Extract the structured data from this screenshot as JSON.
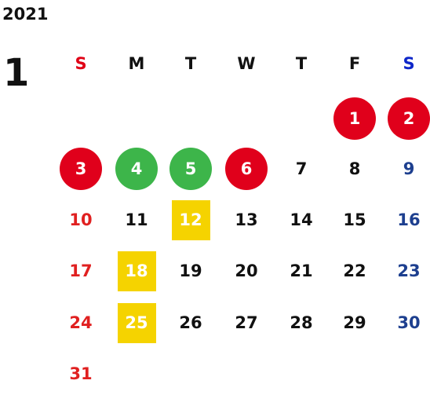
{
  "year": "2021",
  "month": "1",
  "weekdays": [
    {
      "label": "S",
      "color": "#e00016"
    },
    {
      "label": "M",
      "color": "#111111"
    },
    {
      "label": "T",
      "color": "#111111"
    },
    {
      "label": "W",
      "color": "#111111"
    },
    {
      "label": "T",
      "color": "#111111"
    },
    {
      "label": "F",
      "color": "#111111"
    },
    {
      "label": "S",
      "color": "#0e27c9"
    }
  ],
  "colors": {
    "sunday": "#e02020",
    "saturday": "#1d3f8f",
    "weekday": "#111111",
    "holiday_red": "#e0001b",
    "holiday_green": "#3db54a",
    "highlight_yellow": "#f5d300"
  },
  "weeks": [
    [
      null,
      null,
      null,
      null,
      null,
      {
        "day": "1",
        "style": "red-circle"
      },
      {
        "day": "2",
        "style": "red-circle"
      }
    ],
    [
      {
        "day": "3",
        "style": "red-circle"
      },
      {
        "day": "4",
        "style": "green-circle"
      },
      {
        "day": "5",
        "style": "green-circle"
      },
      {
        "day": "6",
        "style": "red-circle"
      },
      {
        "day": "7"
      },
      {
        "day": "8"
      },
      {
        "day": "9"
      }
    ],
    [
      {
        "day": "10"
      },
      {
        "day": "11"
      },
      {
        "day": "12",
        "style": "yellow-square"
      },
      {
        "day": "13"
      },
      {
        "day": "14"
      },
      {
        "day": "15"
      },
      {
        "day": "16"
      }
    ],
    [
      {
        "day": "17"
      },
      {
        "day": "18",
        "style": "yellow-square"
      },
      {
        "day": "19"
      },
      {
        "day": "20"
      },
      {
        "day": "21"
      },
      {
        "day": "22"
      },
      {
        "day": "23"
      }
    ],
    [
      {
        "day": "24"
      },
      {
        "day": "25",
        "style": "yellow-square"
      },
      {
        "day": "26"
      },
      {
        "day": "27"
      },
      {
        "day": "28"
      },
      {
        "day": "29"
      },
      {
        "day": "30"
      }
    ],
    [
      {
        "day": "31"
      },
      null,
      null,
      null,
      null,
      null,
      null
    ]
  ]
}
